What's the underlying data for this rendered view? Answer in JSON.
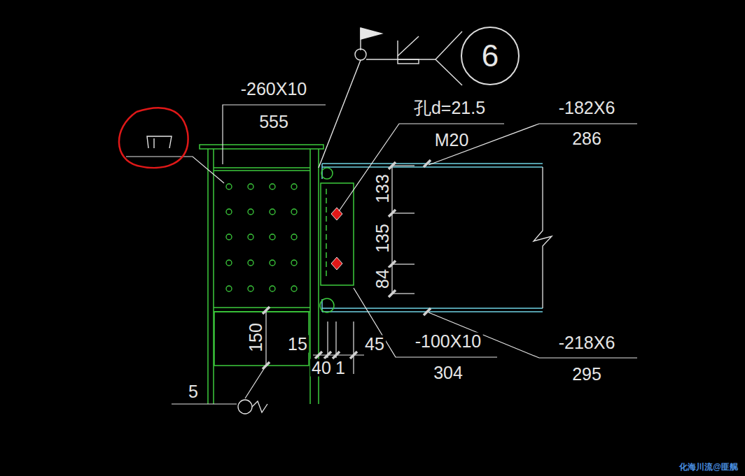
{
  "diagram": {
    "nodes": [
      {
        "text": [
          "6"
        ]
      }
    ],
    "labels": [
      "-260X10",
      "555",
      "孔d=21.5",
      "M20",
      "-182X6",
      "286",
      "133",
      "135",
      "84",
      "150",
      "15",
      "40",
      "1",
      "45",
      "-100X10",
      "304",
      "-218X6",
      "295",
      "5",
      "化海川流@匪艉"
    ]
  }
}
